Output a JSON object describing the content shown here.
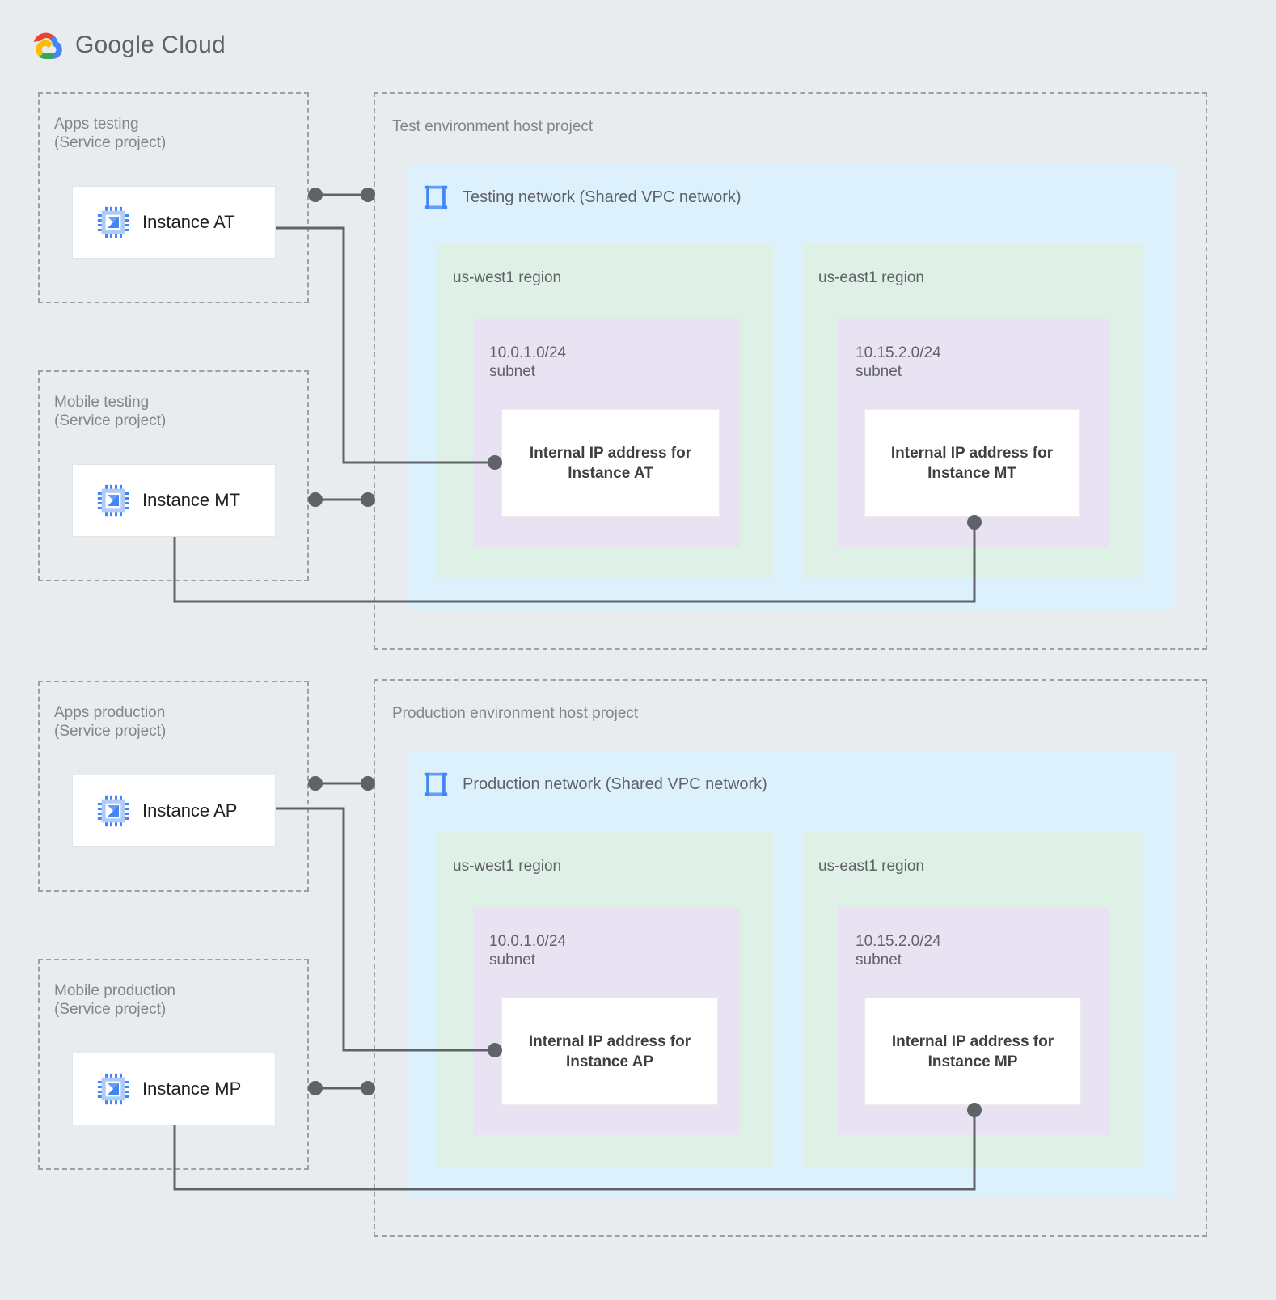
{
  "brand": {
    "name_bold": "Google",
    "name_light": "Cloud",
    "logo_icon": "google-cloud-logo",
    "colors": {
      "red": "#ea4335",
      "yellow": "#fbbc04",
      "green": "#34a853",
      "blue": "#4285f4",
      "text": "#5f6368"
    }
  },
  "palette": {
    "page_background": "#e8ecee",
    "project_border": "#9aa0a6",
    "vpc_background": "#ddf1fd",
    "region_background": "#dff0e7",
    "subnet_background": "#e9e2f3",
    "card_background": "#ffffff",
    "connector": "#5f6368",
    "instance_icon": "#4285f4"
  },
  "service_projects": [
    {
      "id": "apps-testing",
      "title": "Apps testing\n(Service project)",
      "instance": {
        "label": "Instance AT",
        "icon": "compute-instance-icon"
      }
    },
    {
      "id": "mobile-testing",
      "title": "Mobile testing\n(Service project)",
      "instance": {
        "label": "Instance MT",
        "icon": "compute-instance-icon"
      }
    },
    {
      "id": "apps-production",
      "title": "Apps production\n(Service project)",
      "instance": {
        "label": "Instance AP",
        "icon": "compute-instance-icon"
      }
    },
    {
      "id": "mobile-production",
      "title": "Mobile production\n(Service project)",
      "instance": {
        "label": "Instance MP",
        "icon": "compute-instance-icon"
      }
    }
  ],
  "host_projects": [
    {
      "id": "test-environment",
      "title": "Test environment host project",
      "network": {
        "title": "Testing network (Shared VPC network)",
        "icon": "vpc-network-icon"
      },
      "regions": [
        {
          "id": "test-us-west1",
          "label": "us-west1 region",
          "subnet": {
            "label": "10.0.1.0/24\nsubnet",
            "ip_card": "Internal IP address for\nInstance AT"
          }
        },
        {
          "id": "test-us-east1",
          "label": "us-east1 region",
          "subnet": {
            "label": "10.15.2.0/24\nsubnet",
            "ip_card": "Internal IP address for\nInstance MT"
          }
        }
      ]
    },
    {
      "id": "production-environment",
      "title": "Production environment host project",
      "network": {
        "title": "Production network (Shared VPC network)",
        "icon": "vpc-network-icon"
      },
      "regions": [
        {
          "id": "prod-us-west1",
          "label": "us-west1 region",
          "subnet": {
            "label": "10.0.1.0/24\nsubnet",
            "ip_card": "Internal IP address for\nInstance AP"
          }
        },
        {
          "id": "prod-us-east1",
          "label": "us-east1 region",
          "subnet": {
            "label": "10.15.2.0/24\nsubnet",
            "ip_card": "Internal IP address for\nInstance MP"
          }
        }
      ]
    }
  ]
}
